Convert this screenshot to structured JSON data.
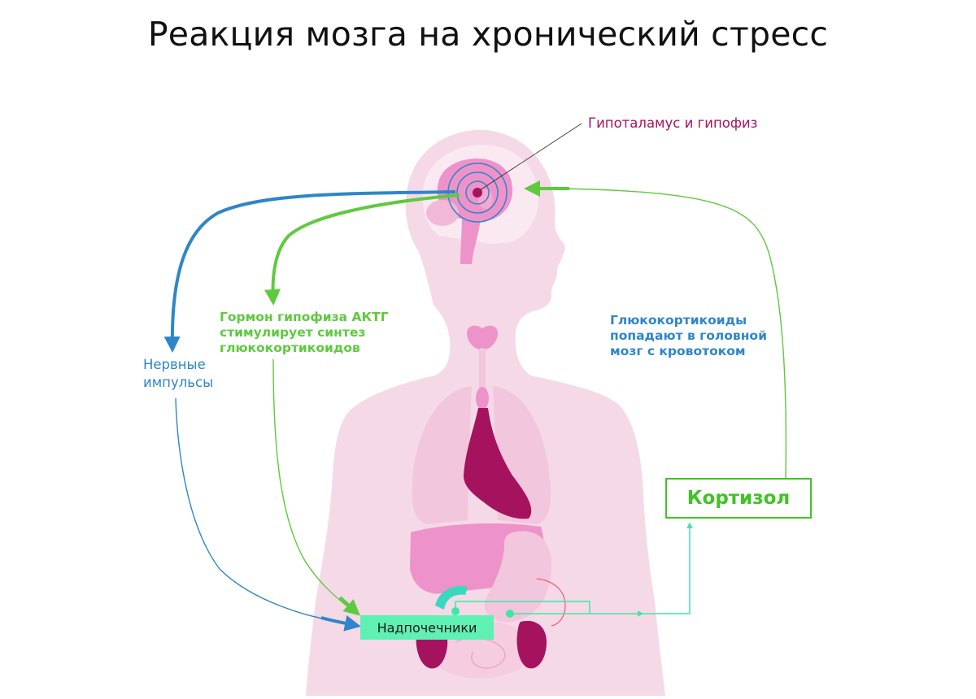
{
  "title": "Реакция мозга на хронический стресс",
  "labels": {
    "hypothalamus": "Гипоталамус и гипофиз",
    "acth": [
      "Гормон гипофиза АКТГ",
      "стимулирует синтез",
      "глюкокортикоидов"
    ],
    "glucocorticoids": [
      "Глюкокортикоиды",
      "попадают в головной",
      "мозг с кровотоком"
    ],
    "nerve_impulses": [
      "Нервные",
      "импульсы"
    ],
    "cortisol": "Кортизол",
    "adrenal_glands": "Надпочечники"
  },
  "colors": {
    "body": "#f5d9e7",
    "organ_light": "#ee93c9",
    "organ_dark": "#a5135e",
    "hypothalamus_label": "#a5135e",
    "nerve_arrow": "#2e86c8",
    "acth_arrow": "#5fc93f",
    "cortisol": "#3fc424",
    "adrenal_box": "#5ff0b4",
    "circulation": "#3fe7a6"
  }
}
